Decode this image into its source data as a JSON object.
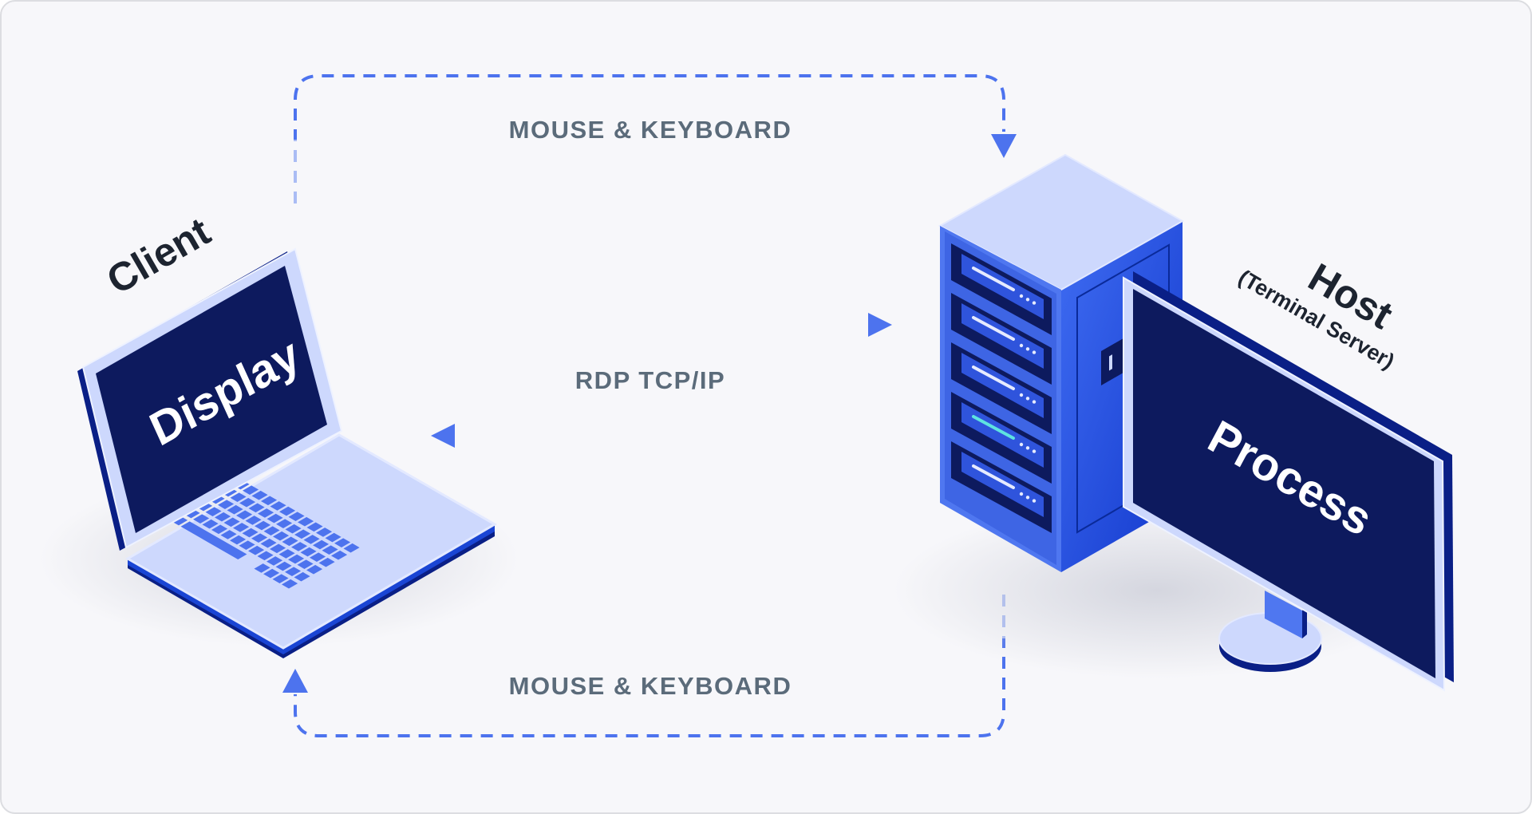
{
  "diagram": {
    "client": {
      "title": "Client",
      "screen_label": "Display"
    },
    "host": {
      "title": "Host",
      "subtitle": "(Terminal Server)",
      "screen_label": "Process"
    },
    "flows": {
      "top_label": "MOUSE & KEYBOARD",
      "middle_label": "RDP TCP/IP",
      "bottom_label": "MOUSE & KEYBOARD"
    },
    "colors": {
      "background": "#f7f7fa",
      "frame_border": "#dcdde1",
      "accent_blue": "#4d73ee",
      "device_light": "#cdd8fd",
      "device_mid": "#5078f0",
      "device_dark": "#0c2fb8",
      "screen_navy": "#0d1a5e",
      "label_gray": "#5b6b7a",
      "title_dark": "#1d2430"
    }
  }
}
